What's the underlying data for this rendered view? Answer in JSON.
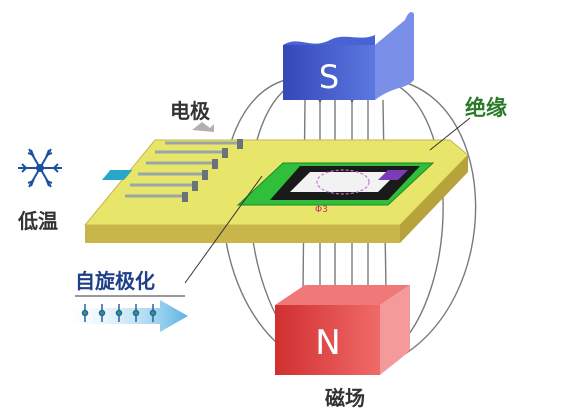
{
  "labels": {
    "electrode": "电极",
    "insulation": "绝缘",
    "low_temp": "低温",
    "spin_polarization": "自旋极化",
    "magnetic_field": "磁场",
    "flux_quantum": "Φ3"
  },
  "magnets": {
    "south": {
      "letter": "S",
      "color": "#3d55c9"
    },
    "north": {
      "letter": "N",
      "color": "#e03a3a"
    }
  },
  "colors": {
    "substrate_top": "#e8e66a",
    "substrate_side": "#c9b64a",
    "insulation": "#2fbf3a",
    "field_lines": "#7a7a7a",
    "electrode_pad_left": "#2aa6c9",
    "electrode_pad_right": "#7a3cb8",
    "snowflake": "#1e4fa0",
    "arrow": "#7fc4e8"
  },
  "icons": [
    "snowflake-icon",
    "electrode-wires",
    "spin-arrows-icon"
  ]
}
